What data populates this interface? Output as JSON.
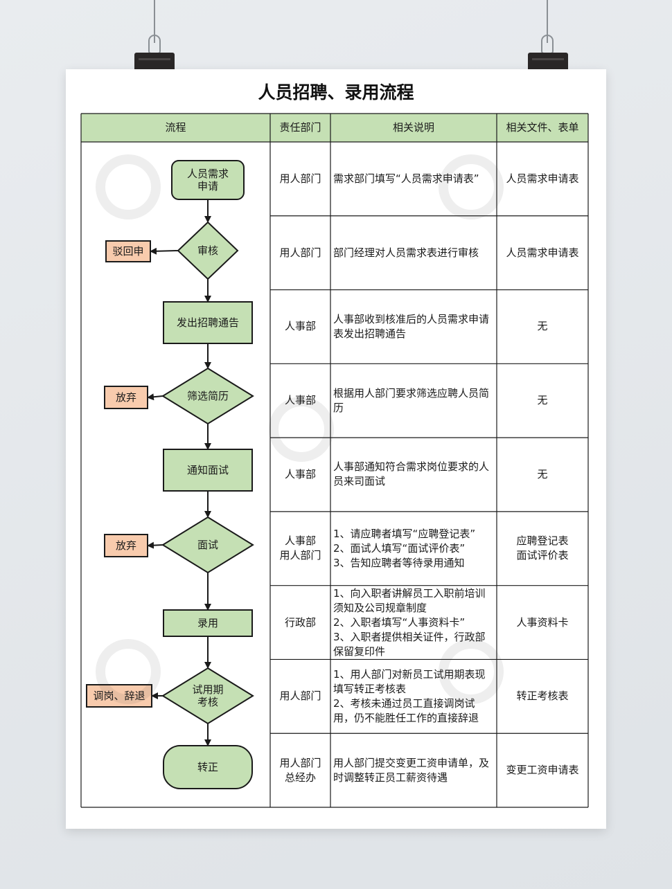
{
  "title": "人员招聘、录用流程",
  "headers": [
    "流程",
    "责任部门",
    "相关说明",
    "相关文件、表单"
  ],
  "rows": [
    {
      "dept": "用人部门",
      "desc": "需求部门填写“人员需求申请表”",
      "docs": "人员需求申请表"
    },
    {
      "dept": "用人部门",
      "desc": "部门经理对人员需求表进行审核",
      "docs": "人员需求申请表"
    },
    {
      "dept": "人事部",
      "desc": "人事部收到核准后的人员需求申请表发出招聘通告",
      "docs": "无"
    },
    {
      "dept": "人事部",
      "desc": "根据用人部门要求筛选应聘人员简历",
      "docs": "无"
    },
    {
      "dept": "人事部",
      "desc": "人事部通知符合需求岗位要求的人员来司面试",
      "docs": "无"
    },
    {
      "dept": "人事部\n用人部门",
      "desc": "1、请应聘者填写“应聘登记表”\n2、面试人填写“面试评价表”\n3、告知应聘者等待录用通知",
      "docs": "应聘登记表\n面试评价表"
    },
    {
      "dept": "行政部",
      "desc": "1、向入职者讲解员工入职前培训须知及公司规章制度\n2、入职者填写“人事资料卡”\n3、入职者提供相关证件，行政部保留复印件",
      "docs": "人事资料卡"
    },
    {
      "dept": "用人部门",
      "desc": "1、用人部门对新员工试用期表现填写转正考核表\n2、考核未通过员工直接调岗试用，仍不能胜任工作的直接辞退",
      "docs": "转正考核表"
    },
    {
      "dept": "用人部门\n总经办",
      "desc": "用人部门提交变更工资申请单，及时调整转正员工薪资待遇",
      "docs": "变更工资申请表"
    }
  ],
  "flow": {
    "steps": [
      "人员需求\n申请",
      "审核",
      "发出招聘通告",
      "筛选简历",
      "通知面试",
      "面试",
      "录用",
      "试用期\n考核",
      "转正"
    ],
    "rejects": [
      "驳回申",
      "放弃",
      "放弃",
      "调岗、辞退"
    ]
  },
  "colors": {
    "header_fill": "#c5e0b4",
    "node_fill": "#c5e0b4",
    "reject_fill": "#f8cbad",
    "line": "#1a1a1a"
  }
}
